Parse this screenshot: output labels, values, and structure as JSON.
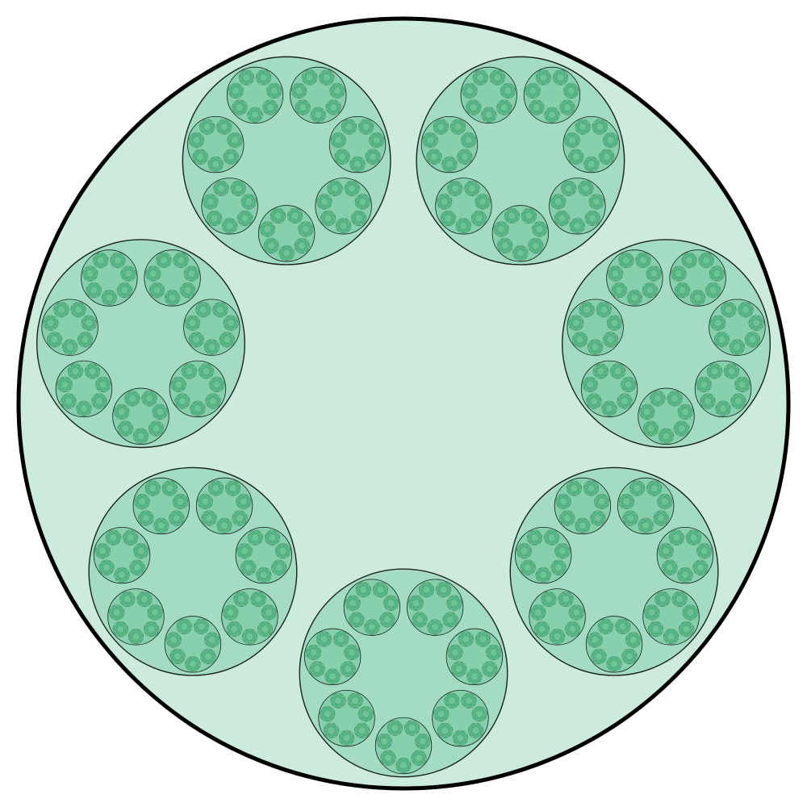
{
  "diagram": {
    "kind": "nested-circle-fractal",
    "children_per_level": 7,
    "depth": 5,
    "palette": {
      "background": "#ffffff",
      "level_fills": [
        "#ccebdc",
        "#a3dcc2",
        "#86d0ad",
        "#6cc497",
        "#55b985"
      ],
      "stroke": "#000000"
    }
  }
}
